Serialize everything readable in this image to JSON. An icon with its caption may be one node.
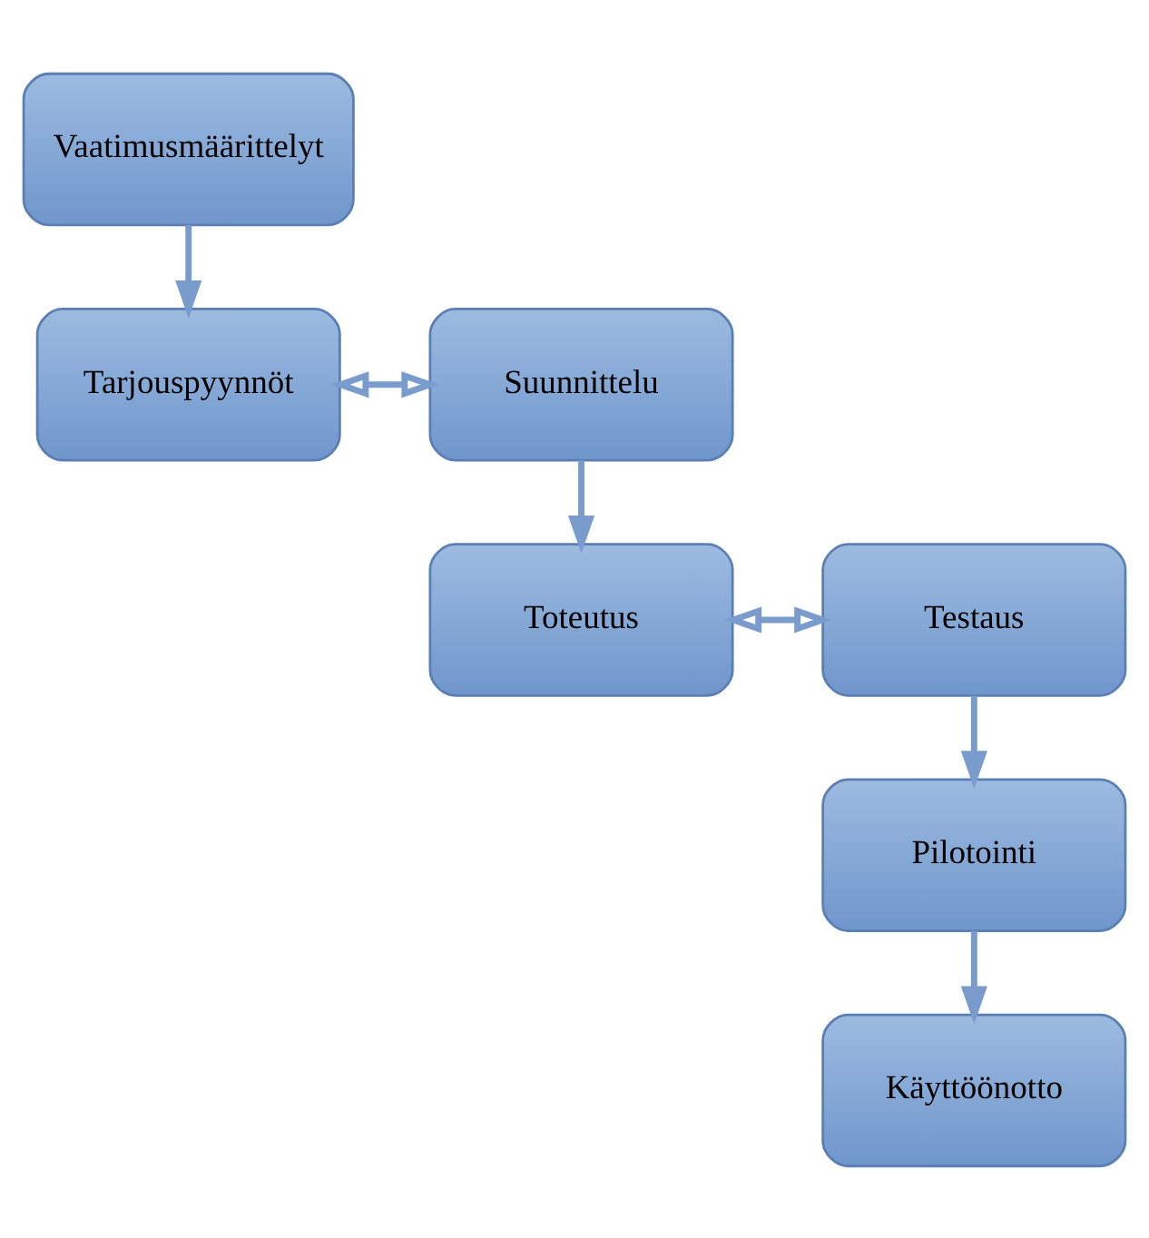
{
  "diagram": {
    "nodes": [
      {
        "text": [
          "Vaatimusmäärittelyt"
        ]
      },
      {
        "text": [
          "Tarjouspyynnöt"
        ]
      },
      {
        "text": [
          "Suunnittelu"
        ]
      },
      {
        "text": [
          "Toteutus"
        ]
      },
      {
        "text": [
          "Testaus"
        ]
      },
      {
        "text": [
          "Pilotointi"
        ]
      },
      {
        "text": [
          "Käyttöönotto"
        ]
      }
    ],
    "edges": [
      {
        "from": 0,
        "to": 1,
        "arrow": "to"
      },
      {
        "from": 1,
        "to": 2,
        "arrow": "both"
      },
      {
        "from": 2,
        "to": 3,
        "arrow": "to"
      },
      {
        "from": 3,
        "to": 4,
        "arrow": "both"
      },
      {
        "from": 4,
        "to": 5,
        "arrow": "to"
      },
      {
        "from": 5,
        "to": 6,
        "arrow": "to"
      }
    ]
  }
}
